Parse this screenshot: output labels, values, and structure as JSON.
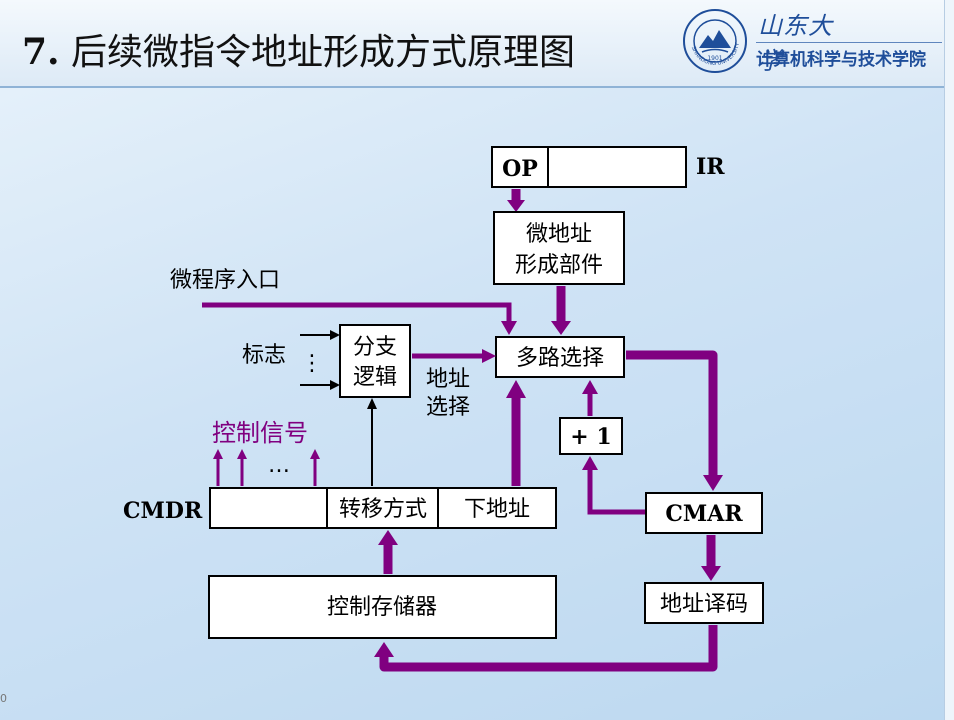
{
  "slide": {
    "number": "7.",
    "title": "后续微指令地址形成方式原理图"
  },
  "logo": {
    "script_name": "山东大学",
    "school": "计算机科学与技术学院",
    "seal_text": "SHANDONG UNIVERSITY",
    "seal_year": "1901"
  },
  "page_mark": "0",
  "diagram": {
    "ir_op": "OP",
    "ir_label": "IR",
    "addr_gen_line1": "微地址",
    "addr_gen_line2": "形成部件",
    "entry_label": "微程序入口",
    "mux_label": "多路选择",
    "branch_line1": "分支",
    "branch_line2": "逻辑",
    "flags_label": "标志",
    "flags_ellipsis": "⋮",
    "addr_select_line1": "地址",
    "addr_select_line2": "选择",
    "plus_one": "+ 1",
    "control_signals": "控制信号",
    "signals_ellipsis": "…",
    "cmdr_label": "CMDR",
    "cmdr_transfer": "转移方式",
    "cmdr_next_addr": "下地址",
    "cmar_label": "CMAR",
    "control_store": "控制存储器",
    "addr_decode": "地址译码"
  },
  "colors": {
    "bus": "#800080",
    "signal_text": "#800080",
    "school_blue": "#1f4e9a"
  }
}
